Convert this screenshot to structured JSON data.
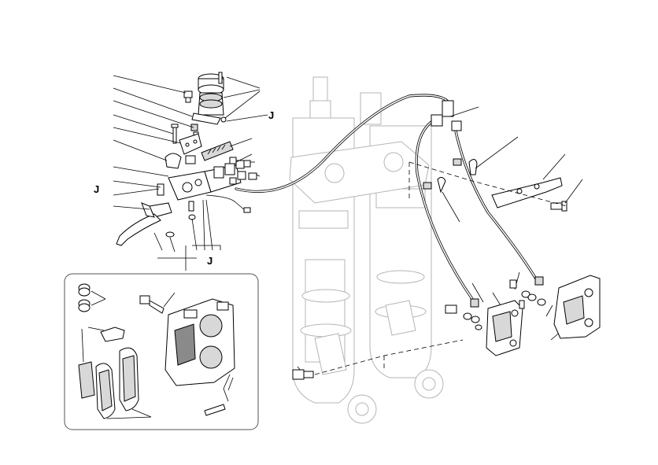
{
  "diagram": {
    "callout_letters": {
      "j_top": "J",
      "j_left": "J",
      "j_bottom": "J"
    },
    "colors": {
      "line": "#000000",
      "fork_faint": "#b5b5b5",
      "inset_border": "#555555",
      "background": "#ffffff"
    }
  }
}
